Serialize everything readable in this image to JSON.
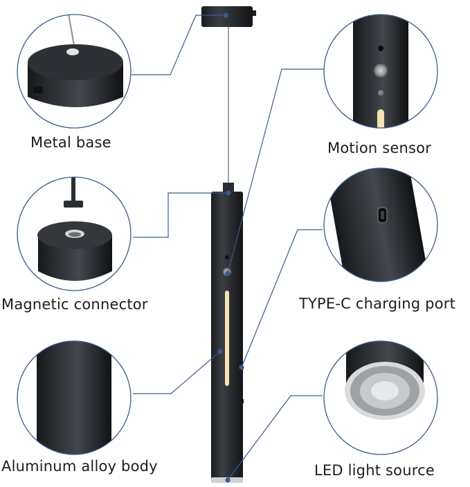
{
  "features": {
    "metal_base": "Metal base",
    "magnetic_connector": "Magnetic connector",
    "aluminum_body": "Aluminum alloy body",
    "motion_sensor": "Motion sensor",
    "type_c_port": "TYPE-C charging port",
    "led_source": "LED light source"
  },
  "colors": {
    "leader_line": "#3a5a8c",
    "circle_outline": "#3a5a8c",
    "lamp_body": "#2a2d31",
    "led_glow": "#f3e3b0"
  }
}
